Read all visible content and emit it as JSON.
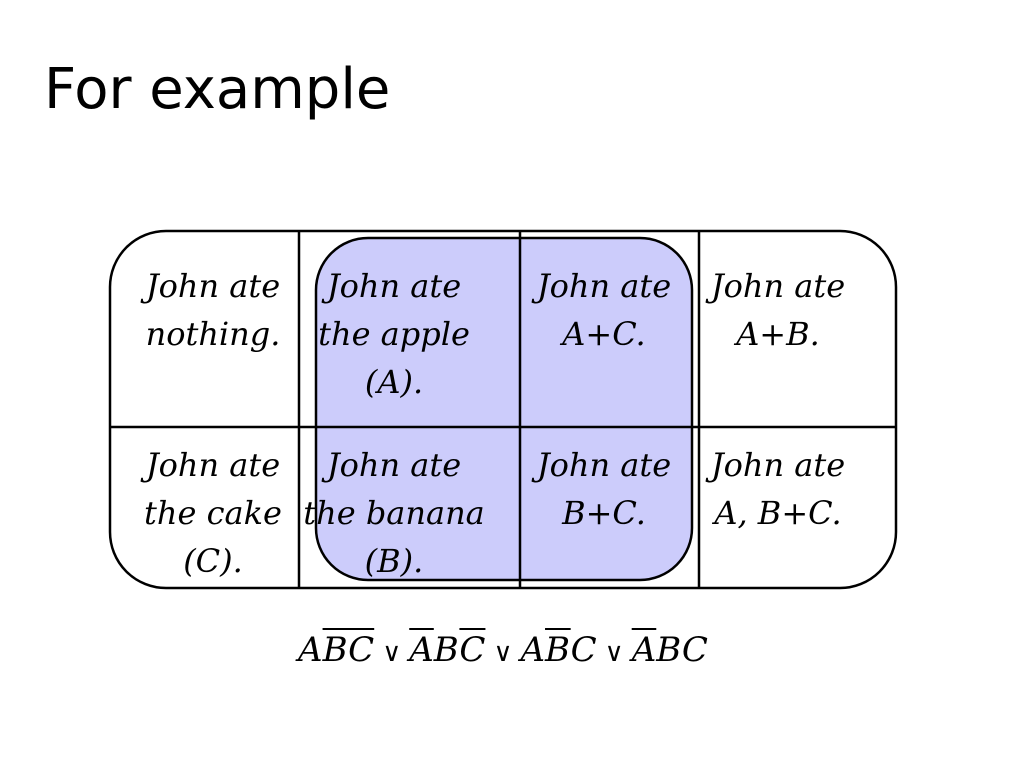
{
  "title": "For example",
  "colors": {
    "highlight": "#ccccfb",
    "stroke": "#000000"
  },
  "grid": {
    "cells": [
      {
        "row": 0,
        "col": 0,
        "lines": [
          "John ate",
          "nothing."
        ]
      },
      {
        "row": 0,
        "col": 1,
        "lines": [
          "John ate",
          "the apple",
          "(A)."
        ]
      },
      {
        "row": 0,
        "col": 2,
        "lines": [
          "John ate",
          "A+C."
        ]
      },
      {
        "row": 0,
        "col": 3,
        "lines": [
          "John ate",
          "A+B."
        ]
      },
      {
        "row": 1,
        "col": 0,
        "lines": [
          "John ate",
          "the cake",
          "(C)."
        ]
      },
      {
        "row": 1,
        "col": 1,
        "lines": [
          "John ate",
          "the banana",
          "(B)."
        ]
      },
      {
        "row": 1,
        "col": 2,
        "lines": [
          "John ate",
          "B+C."
        ]
      },
      {
        "row": 1,
        "col": 3,
        "lines": [
          "John ate",
          "A, B+C."
        ]
      }
    ],
    "highlighted_cols": [
      1,
      2
    ]
  },
  "formula": {
    "operator": "∨",
    "terms": [
      [
        {
          "text": "A",
          "bar": false
        },
        {
          "text": "BC",
          "bar": true
        }
      ],
      [
        {
          "text": "A",
          "bar": true
        },
        {
          "text": "B",
          "bar": false
        },
        {
          "text": "C",
          "bar": true
        }
      ],
      [
        {
          "text": "A",
          "bar": false
        },
        {
          "text": "B",
          "bar": true
        },
        {
          "text": "C",
          "bar": false
        }
      ],
      [
        {
          "text": "A",
          "bar": true
        },
        {
          "text": "BC",
          "bar": false
        }
      ]
    ]
  }
}
